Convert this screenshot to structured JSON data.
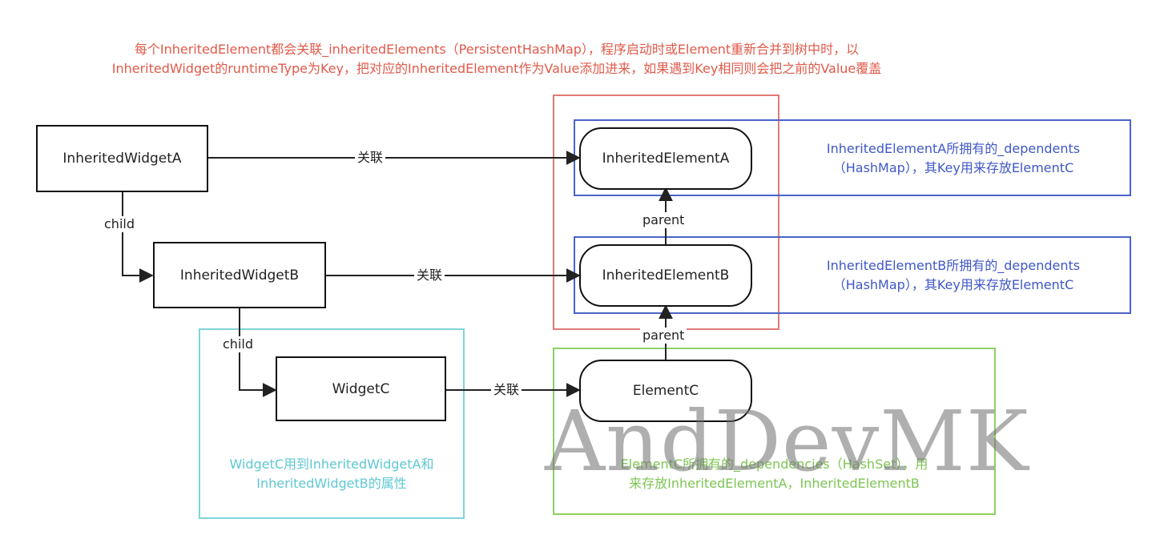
{
  "top_note": {
    "line1": "每个InheritedElement都会关联_inheritedElements（PersistentHashMap），程序启动时或Element重新合并到树中时，以",
    "line2": "InheritedWidget的runtimeType为Key，把对应的InheritedElement作为Value添加进来，如果遇到Key相同则会把之前的Value覆盖"
  },
  "widgets": {
    "a": "InheritedWidgetA",
    "b": "InheritedWidgetB",
    "c": "WidgetC"
  },
  "elements": {
    "a": "InheritedElementA",
    "b": "InheritedElementB",
    "c": "ElementC"
  },
  "edge_labels": {
    "assoc": "关联",
    "child": "child",
    "parent": "parent"
  },
  "notes": {
    "element_a": {
      "line1": "InheritedElementA所拥有的_dependents",
      "line2": "（HashMap），其Key用来存放ElementC"
    },
    "element_b": {
      "line1": "InheritedElementB所拥有的_dependents",
      "line2": "（HashMap），其Key用来存放ElementC"
    },
    "widget_c": {
      "line1": "WidgetC用到InheritedWidgetA和",
      "line2": "InheritedWidgetB的属性"
    },
    "element_c": {
      "line1": "ElementC所拥有的_dependencies（HashSet），用",
      "line2": "来存放InheritedElementA，InheritedElementB"
    }
  },
  "watermark": "AndDevMK",
  "colors": {
    "top_note": "#e05a4a",
    "red_region": "#e07b78",
    "blue_region": "#4a63c8",
    "cyan_region": "#7fd3d8",
    "green_region": "#8cd064",
    "node_border": "#111111",
    "edge": "#222222"
  }
}
